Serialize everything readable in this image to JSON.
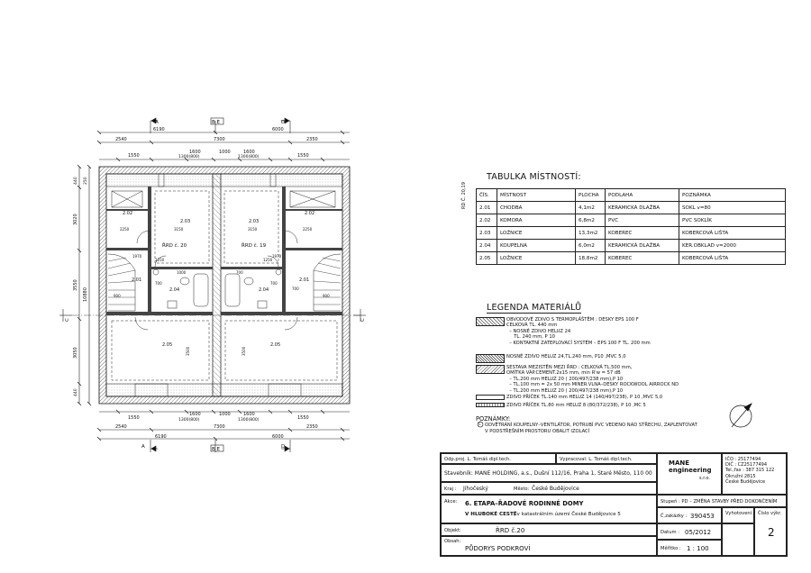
{
  "axes": {
    "a": "A",
    "be": "B E",
    "d": "D",
    "c": "C"
  },
  "dims": {
    "top_1": "6190",
    "top_2": "6000",
    "top_3": [
      "2540",
      "7300",
      "2350"
    ],
    "top_4": [
      "1550",
      "1600",
      "1000",
      "1600",
      "1550"
    ],
    "top_4b": [
      "1300(800)",
      "1300(800)"
    ],
    "left": [
      "3020",
      "3550",
      "3050",
      "10880",
      "440"
    ],
    "left_small": [
      "440",
      "250"
    ],
    "bottom_1": [
      "1550",
      "1600",
      "1000",
      "1600",
      "1550"
    ],
    "bottom_1b": [
      "1300(800)",
      "1300(800)"
    ],
    "bottom_2": [
      "2540",
      "7300",
      "2350"
    ],
    "bottom_3": [
      "6190",
      "6000"
    ],
    "inner": [
      "2250",
      "3150",
      "3150",
      "2250",
      "900",
      "1970",
      "1250",
      "1970",
      "700",
      "3500",
      "3500",
      "1250",
      "900",
      "700",
      "1000",
      "700",
      "700"
    ]
  },
  "room_tags": {
    "r202a": "2.02",
    "r203a": "2.03",
    "r201a": "2.01",
    "r204a": "2.04",
    "r205a": "2.05",
    "r202b": "2.02",
    "r203b": "2.03",
    "r201b": "2.01",
    "r204b": "2.04",
    "r205b": "2.05",
    "unit_a": "ŘRD č. 20",
    "unit_b": "ŘRD č. 19"
  },
  "rooms_table": {
    "title": "TABULKA MÍSTNOSTÍ:",
    "side_label": "RD Č. 20,19",
    "headers": [
      "ČÍS.",
      "MÍSTNOST",
      "PLOCHA",
      "PODLAHA",
      "POZNÁMKA"
    ],
    "rows": [
      [
        "2.01",
        "CHODBA",
        "4,1m2",
        "KERAMICKÁ DLAŽBA",
        "SOKL v=80"
      ],
      [
        "2.02",
        "KOMORA",
        "6,8m2",
        "PVC",
        "PVC SOKLÍK"
      ],
      [
        "2.03",
        "LOŽNICE",
        "13,3m2",
        "KOBEREC",
        "KOBERCOVÁ LIŠTA"
      ],
      [
        "2.04",
        "KOUPELNA",
        "6,0m2",
        "KERAMICKÁ DLAŽBA",
        "KER.OBKLAD v=2000"
      ],
      [
        "2.05",
        "LOŽNICE",
        "18,8m2",
        "KOBEREC",
        "KOBERCOVÁ LIŠTA"
      ]
    ]
  },
  "legend": {
    "title": "LEGENDA MATERIÁLŮ",
    "items": [
      {
        "text": "OBVODOVÉ ZDIVO S TERMOPLÁŠTĚM : DESKY EPS 100 F\nCELKOVÁ TL. 440 mm\n  – NOSNÉ ZDIVO HELUZ 24\n     TL. 240 mm, P 10\n  – KONTAKTNÍ ZATEPLOVACÍ SYSTÉM – EPS 100 F TL. 200 mm"
      },
      {
        "text": "NOSNÉ ZDIVO HELUZ 24,TL.240 mm, P10 ,MVC 5,0"
      },
      {
        "text": "SESTAVA MEZISTĚN MEZI ŘRD : CELKOVÁ TL.500 mm,\nOMÍTKA VÁP.CEMENT.2x15 mm, min R'w = 57 dB\n  – TL.200 mm HELUZ 20 ( 200/497/238 mm),P 10\n  – TL.100 mm = 2x 50 mm MINER.VLNA–DESKY ROCKWOOL AIRROCK ND\n  – TL.200 mm HELUZ 20 ( 200/497/238 mm),P 10"
      },
      {
        "text": "ZDIVO PŘÍČEK TL.140 mm HELUZ 14 (140/497/238), P 10 ,MVC 5,0"
      },
      {
        "text": "ZDIVO PŘÍČEK TL.80 mm HELUZ 8 (80/372/238), P 10 ,MC 5"
      }
    ]
  },
  "notes": {
    "title": "POZNÁMKY:",
    "marker": "C",
    "text": "ODVĚTRÁNÍ KOUPELNY–VENTILÁTOR, POTRUBÍ PVC VEDENO NAD STŘECHU, ZAPLENTOVAT\nV PODSTŘEŠNÍM PROSTORU OBALIT IZOLACÍ"
  },
  "title_block": {
    "odp_label": "Odp.proj. L. Tomáš dipl.tech.",
    "vyp_label": "Vypracoval: L. Tomáš dipl.tech.",
    "stavebnik": "Stavebník: MANE HOLDING, a.s., Dušní 112/16, Praha 1, Staré Město, 110 00",
    "kraj_label": "Kraj :",
    "kraj": "Jihočeský",
    "mesto_label": "Město:",
    "mesto": "České Budějovice",
    "akce_label": "Akce:",
    "akce_1": "6. ETAPA–ŘADOVÉ RODINNÉ DOMY",
    "akce_2a": "V HLUBOKÉ CESTĚ",
    "akce_2b": ", v katastrálním území České Budějovice 5",
    "objekt_label": "Objekt:",
    "objekt": "ŘRD č.20",
    "obsah_label": "Obsah:",
    "obsah": "PŮDORYS PODKROVÍ",
    "company_1": "MANE",
    "company_2": "engineering",
    "company_3": "s.r.o.",
    "ico": "IČO  : 25177494",
    "dic": "DIČ  : CZ25177494",
    "tel": "Tel.,fax : 387 315 122",
    "okruzni": "Okružní 2815",
    "mesto2": "České Budějovice",
    "stupen": "Stupeň : PD  –  ZMĚNA STAVBY PŘED DOKONČENÍM",
    "zakazka_label": "Č.zakázky :",
    "zakazka": "390453",
    "vyhotoveni_label": "Vyhotovení:",
    "cislo_label": "Číslo výkr.",
    "cislo": "2",
    "datum_label": "Datum :",
    "datum": "05/2012",
    "meritko_label": "Měřítko :",
    "meritko": "1 : 100"
  }
}
